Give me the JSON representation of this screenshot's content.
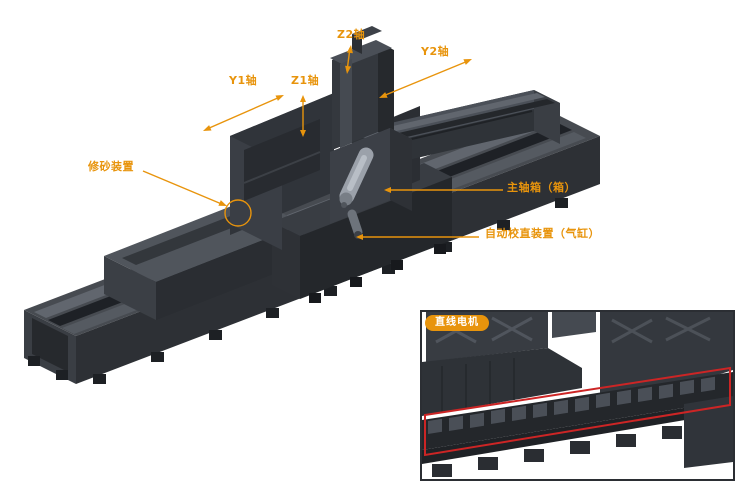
{
  "annotations": {
    "z2_axis": "Z2轴",
    "y2_axis": "Y2轴",
    "y1_axis": "Y1轴",
    "z1_axis": "Z1轴",
    "dresser": "修砂装置",
    "spindle_box": "主轴箱（箱）",
    "straightener": "自动校直装置（气缸）"
  },
  "inset": {
    "badge_label": "直线电机"
  },
  "colors": {
    "accent_orange": "#E8940C",
    "highlight_red": "#CC2525",
    "machine_dark": "#2E3136",
    "machine_mid": "#43474E",
    "machine_light": "#9BA1AA",
    "background": "#FFFFFF"
  }
}
